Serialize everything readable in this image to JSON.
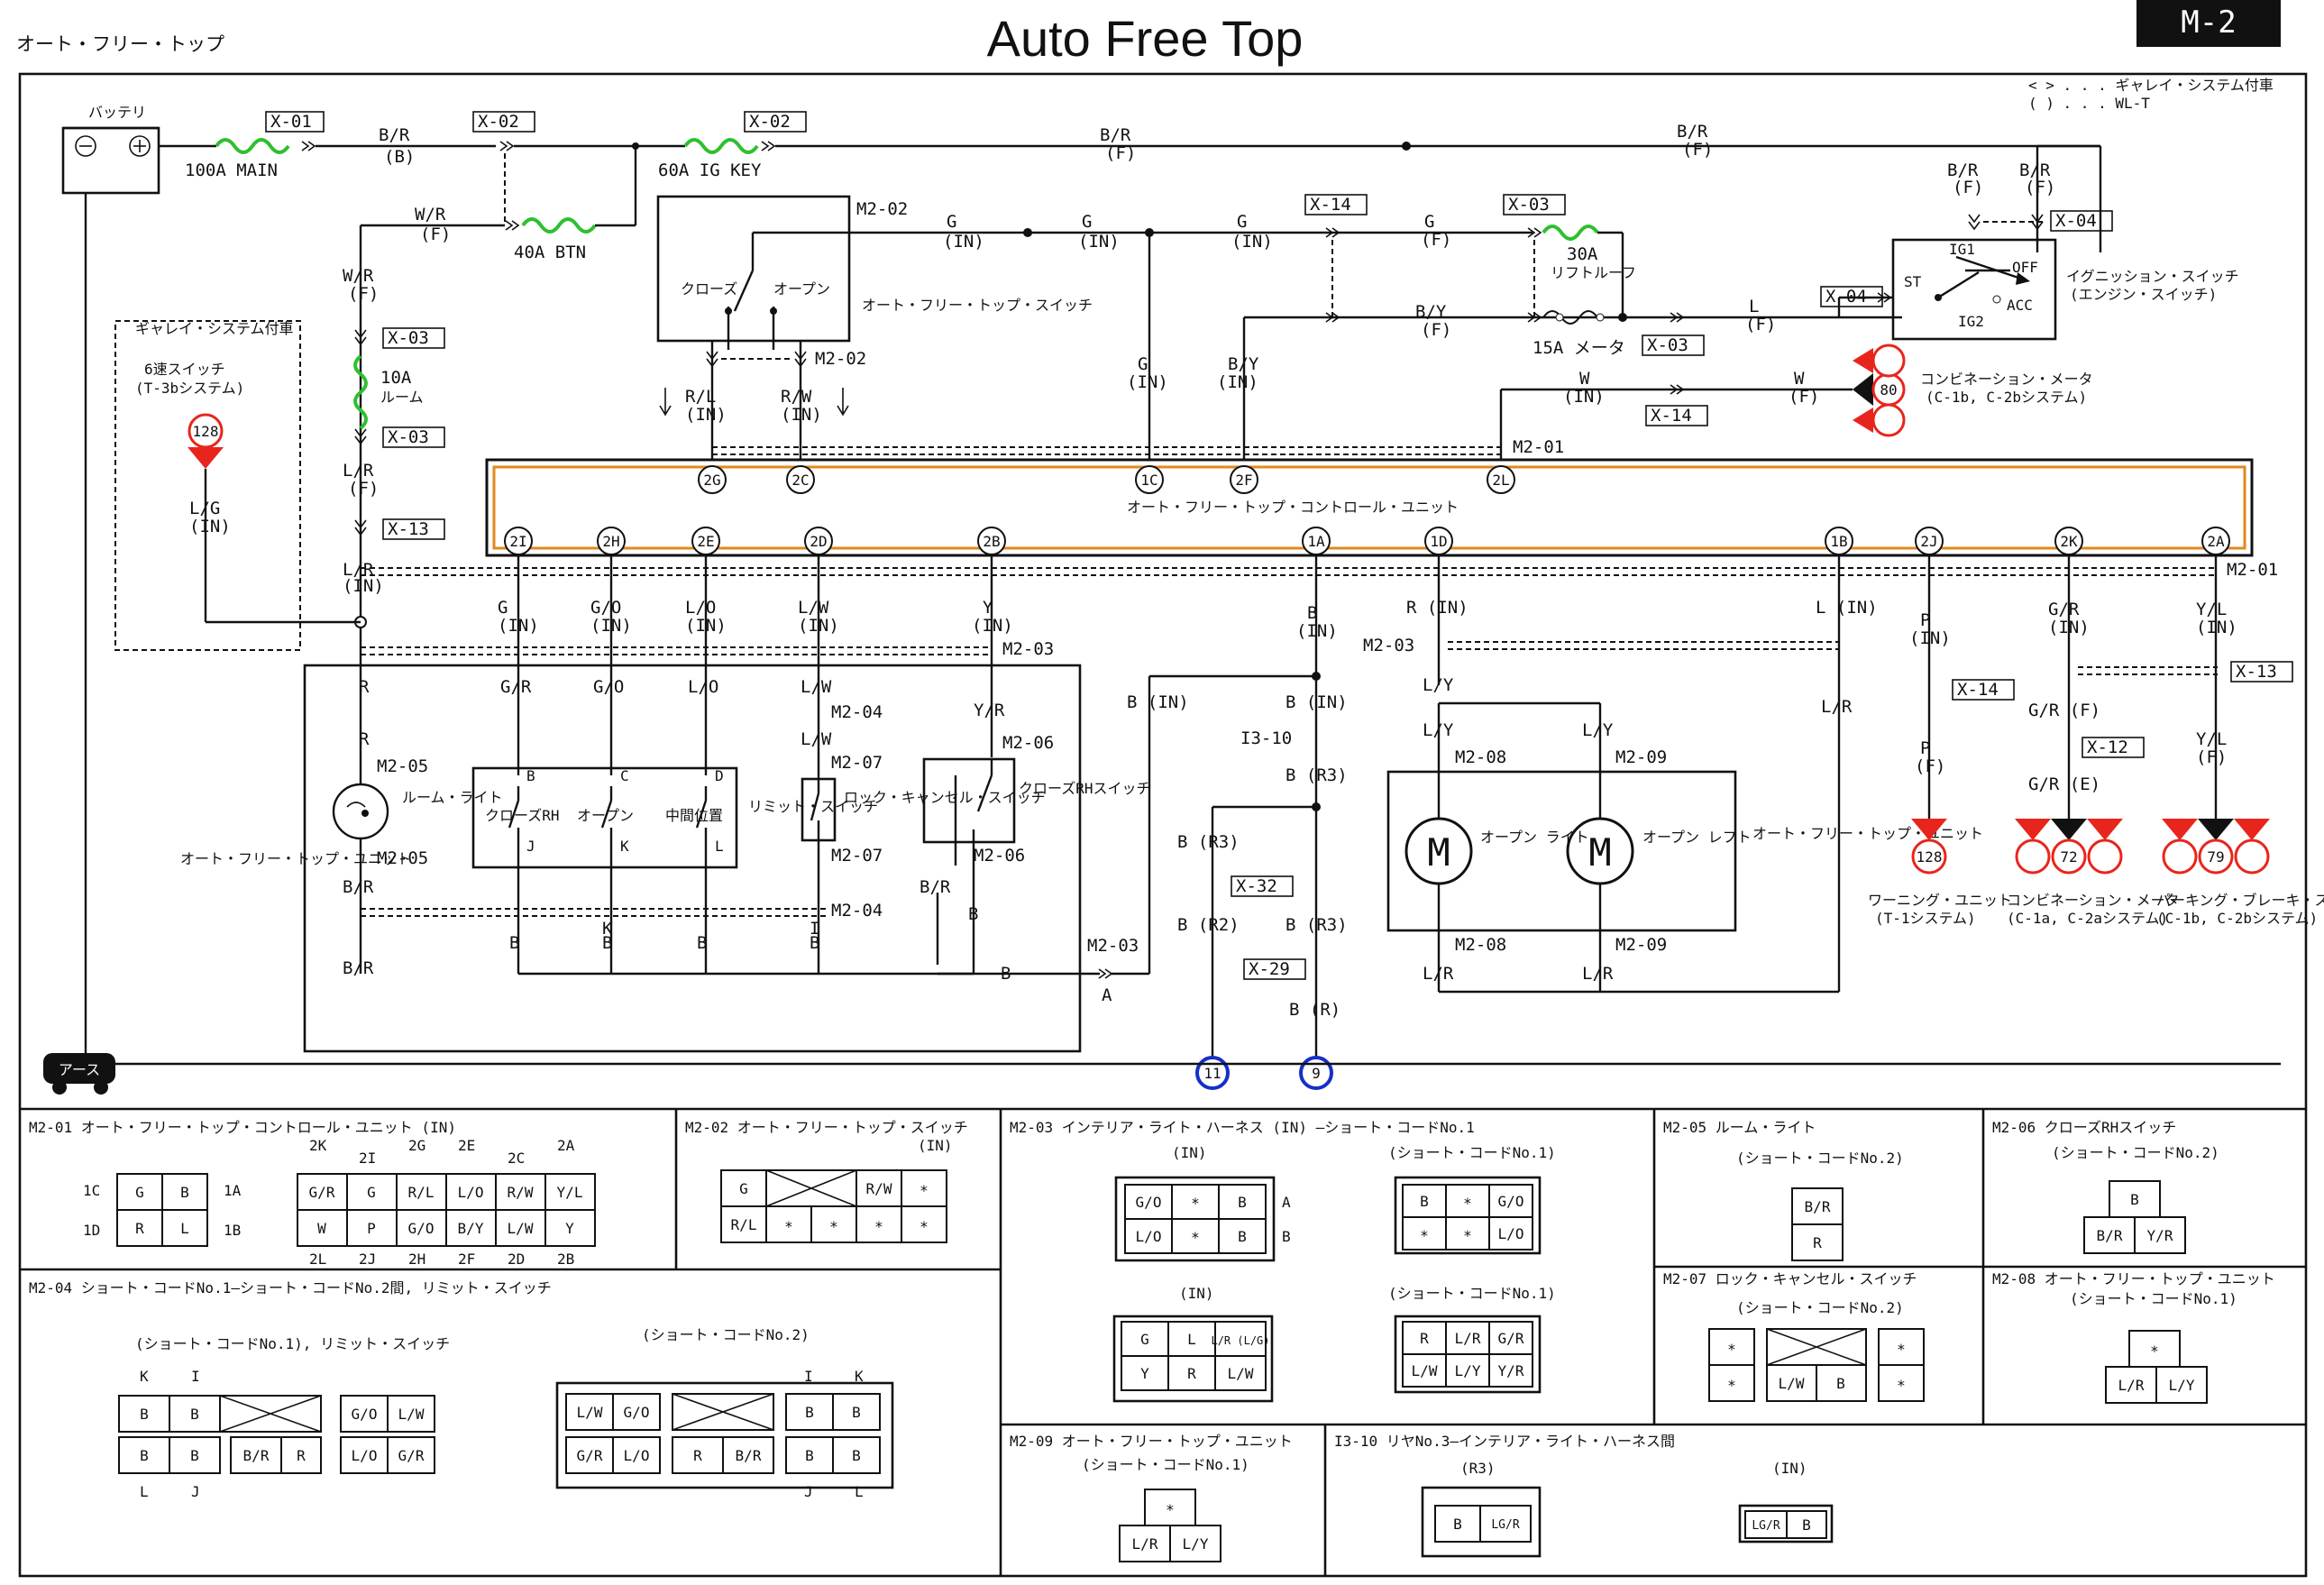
{
  "header": {
    "jp_title": "オート・フリー・トップ",
    "title": "Auto Free Top",
    "page_code": "M-2",
    "legend_line1": "< > . . . ギャレイ・システム付車",
    "legend_line2": "( ) . . . WL-T"
  },
  "power": {
    "battery_label": "バッテリ",
    "fuse_main": "100A MAIN",
    "fuse_ig_key": "60A IG KEY",
    "fuse_btn": "40A BTN",
    "fuse_room": "10A",
    "fuse_room_jp": "ルーム",
    "fuse_lift": "30A",
    "fuse_lift_jp": "リフトルーフ",
    "fuse_meter": "15A メータ",
    "ground_label": "アース"
  },
  "wire_labels": {
    "br": "B/R",
    "b_paren": "(B)",
    "f_paren": "(F)",
    "wr": "W/R",
    "g": "G",
    "in_paren": "(IN)",
    "by": "B/Y",
    "l": "L",
    "w": "W",
    "lr": "L/R",
    "lg": "L/G",
    "rl": "R/L",
    "rw": "R/W",
    "gr": "G/R",
    "go": "G/O",
    "lo": "L/O",
    "lw": "L/W",
    "y": "Y",
    "yr": "Y/R",
    "r": "R",
    "b": "B",
    "ly": "L/Y",
    "p": "P",
    "yl": "Y/L",
    "gr_f": "G/R (F)",
    "gr_e": "G/R (E)",
    "r_in": "R (IN)",
    "l_in": "L (IN)",
    "b_in": "B (IN)",
    "b_r3": "B (R3)",
    "b_r2": "B (R2)",
    "b_r": "B (R)",
    "a": "A",
    "k": "K",
    "i": "I",
    "j": "J",
    "c": "C",
    "d": "D"
  },
  "connectors": {
    "x01": "X-01",
    "x02": "X-02",
    "x03": "X-03",
    "x04": "X-04",
    "x12": "X-12",
    "x13": "X-13",
    "x14": "X-14",
    "x29": "X-29",
    "x32": "X-32",
    "m201": "M2-01",
    "m202": "M2-02",
    "m203": "M2-03",
    "m204": "M2-04",
    "m205": "M2-05",
    "m206": "M2-06",
    "m207": "M2-07",
    "m208": "M2-08",
    "m209": "M2-09",
    "i310": "I3-10"
  },
  "components": {
    "switch_close": "クローズ",
    "switch_open": "オープン",
    "switch_name": "オート・フリー・トップ・スイッチ",
    "control_unit": "オート・フリー・トップ・コントロール・ユニット",
    "ignition_switch": "イグニッション・スイッチ",
    "ignition_switch_sub": "(エンジン・スイッチ)",
    "ig1": "IG1",
    "ig2": "IG2",
    "st": "ST",
    "off": "OFF",
    "acc": "ACC",
    "combo_meter": "コンビネーション・メータ",
    "combo_meter_sub": "(C-1b, C-2bシステム)",
    "galley_box": "ギャレイ・システム付車",
    "speed_switch": "6速スイッチ",
    "speed_switch_sub": "(T-3bシステム)",
    "unit_left": "オート・フリー・トップ・ユニット",
    "room_light": "ルーム・ライト",
    "switch_close_rh": "クローズRH",
    "switch_open_b": "オープン",
    "switch_third": "中間位置",
    "limit_switch": "リミット・スイッチ",
    "lock_cancel": "ロック・キャンセル・スイッチ",
    "close_rh_switch": "クローズRHスイッチ",
    "motor_m": "M",
    "open_right": "オープン ライト",
    "open_left": "オープン レフト",
    "unit_right": "オート・フリー・トップ・ユニット",
    "warning_unit": "ワーニング・ユニット",
    "warning_unit_sub": "(T-1システム)",
    "combo_meter2": "コンビネーション・メータ",
    "combo_meter2_sub": "(C-1a, C-2aシステム)",
    "parking_brake": "パーキング・ブレーキ・スイッチ",
    "parking_brake_sub": "(C-1b, C-2bシステム)"
  },
  "ref_numbers": {
    "n128": "128",
    "n80": "80",
    "n72": "72",
    "n79": "79",
    "n11": "11",
    "n9": "9"
  },
  "pins": [
    "2G",
    "2C",
    "1C",
    "2F",
    "2L",
    "2I",
    "2H",
    "2E",
    "2D",
    "2B",
    "1A",
    "1D",
    "1B",
    "2J",
    "2K",
    "2A"
  ],
  "tables": {
    "m201": {
      "title": "M2-01 オート・フリー・トップ・コントロール・ユニット (IN)"
    },
    "m202": {
      "title": "M2-02 オート・フリー・トップ・スイッチ",
      "sub": "(IN)"
    },
    "m203": {
      "title": "M2-03 インテリア・ライト・ハーネス (IN) —ショート・コードNo.1",
      "in": "(IN)",
      "short1": "(ショート・コードNo.1)"
    },
    "m204": {
      "title": "M2-04 ショート・コードNo.1—ショート・コードNo.2間, リミット・スイッチ",
      "sub1": "(ショート・コードNo.1), リミット・スイッチ",
      "sub2": "(ショート・コードNo.2)"
    },
    "m205": {
      "title": "M2-05 ルーム・ライト",
      "sub": "(ショート・コードNo.2)"
    },
    "m206": {
      "title": "M2-06 クローズRHスイッチ",
      "sub": "(ショート・コードNo.2)"
    },
    "m207": {
      "title": "M2-07 ロック・キャンセル・スイッチ",
      "sub": "(ショート・コードNo.2)"
    },
    "m208": {
      "title": "M2-08 オート・フリー・トップ・ユニット",
      "sub": "(ショート・コードNo.1)"
    },
    "m209": {
      "title": "M2-09 オート・フリー・トップ・ユニット",
      "sub": "(ショート・コードNo.1)"
    },
    "i310": {
      "title": "I3-10 リヤNo.3—インテリア・ライト・ハーネス間",
      "r3": "(R3)",
      "in": "(IN)"
    },
    "cells": {
      "g": "G",
      "b": "B",
      "r": "R",
      "l": "L",
      "gr": "G/R",
      "rl": "R/L",
      "lo": "L/O",
      "rw": "R/W",
      "yl": "Y/L",
      "w": "W",
      "p": "P",
      "go": "G/O",
      "by": "B/Y",
      "lw": "L/W",
      "y": "Y",
      "star": "*",
      "br": "B/R",
      "yr": "Y/R",
      "ly": "L/Y",
      "lr": "L/R",
      "lrlg": "L/R (L/G)",
      "lgr": "LG/R",
      "c1c": "1C",
      "c1a": "1A",
      "c1d": "1D",
      "c1b": "1B",
      "c2k": "2K",
      "c2i": "2I",
      "c2g": "2G",
      "c2e": "2E",
      "c2c": "2C",
      "c2a": "2A",
      "c2l": "2L",
      "c2j": "2J",
      "c2h": "2H",
      "c2f": "2F",
      "c2d": "2D",
      "c2b": "2B",
      "ra": "A",
      "rb": "B",
      "k": "K",
      "i": "I",
      "j": "J"
    }
  },
  "colors": {
    "fuse": "#2fbf2f",
    "control_unit_box": "#e08a1e",
    "marker": "#e8251c",
    "ref_ring": "#1530c8"
  }
}
